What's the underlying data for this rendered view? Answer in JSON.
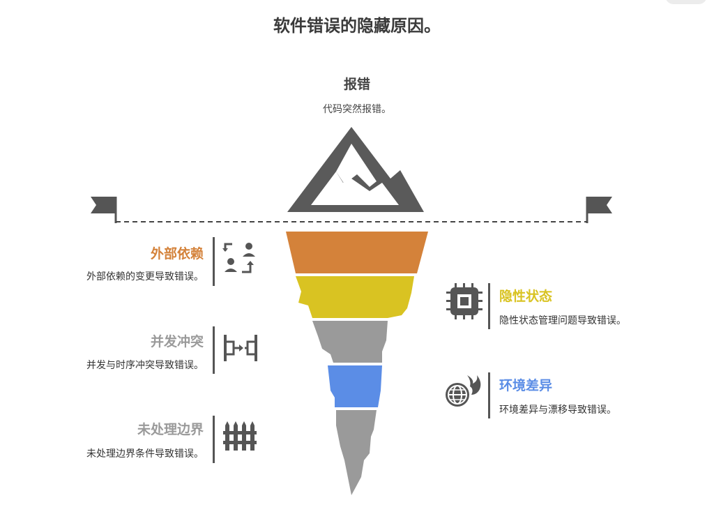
{
  "title": "软件错误的隐藏原因。",
  "top": {
    "heading": "报错",
    "desc": "代码突然报错。"
  },
  "items": [
    {
      "heading": "外部依赖",
      "desc": "外部依赖的变更导致错误。",
      "color": "#d4823a",
      "icon": "user-swap-icon"
    },
    {
      "heading": "隐性状态",
      "desc": "隐性状态管理问题导致错误。",
      "color": "#d9c322",
      "icon": "chip-icon"
    },
    {
      "heading": "并发冲突",
      "desc": "并发与时序冲突导致错误。",
      "color": "#9a9a9a",
      "icon": "merge-arrows-icon"
    },
    {
      "heading": "环境差异",
      "desc": "环境差异与漂移导致错误。",
      "color": "#5b8de6",
      "icon": "globe-fire-icon"
    },
    {
      "heading": "未处理边界",
      "desc": "未处理边界条件导致错误。",
      "color": "#9a9a9a",
      "icon": "fence-icon"
    }
  ]
}
